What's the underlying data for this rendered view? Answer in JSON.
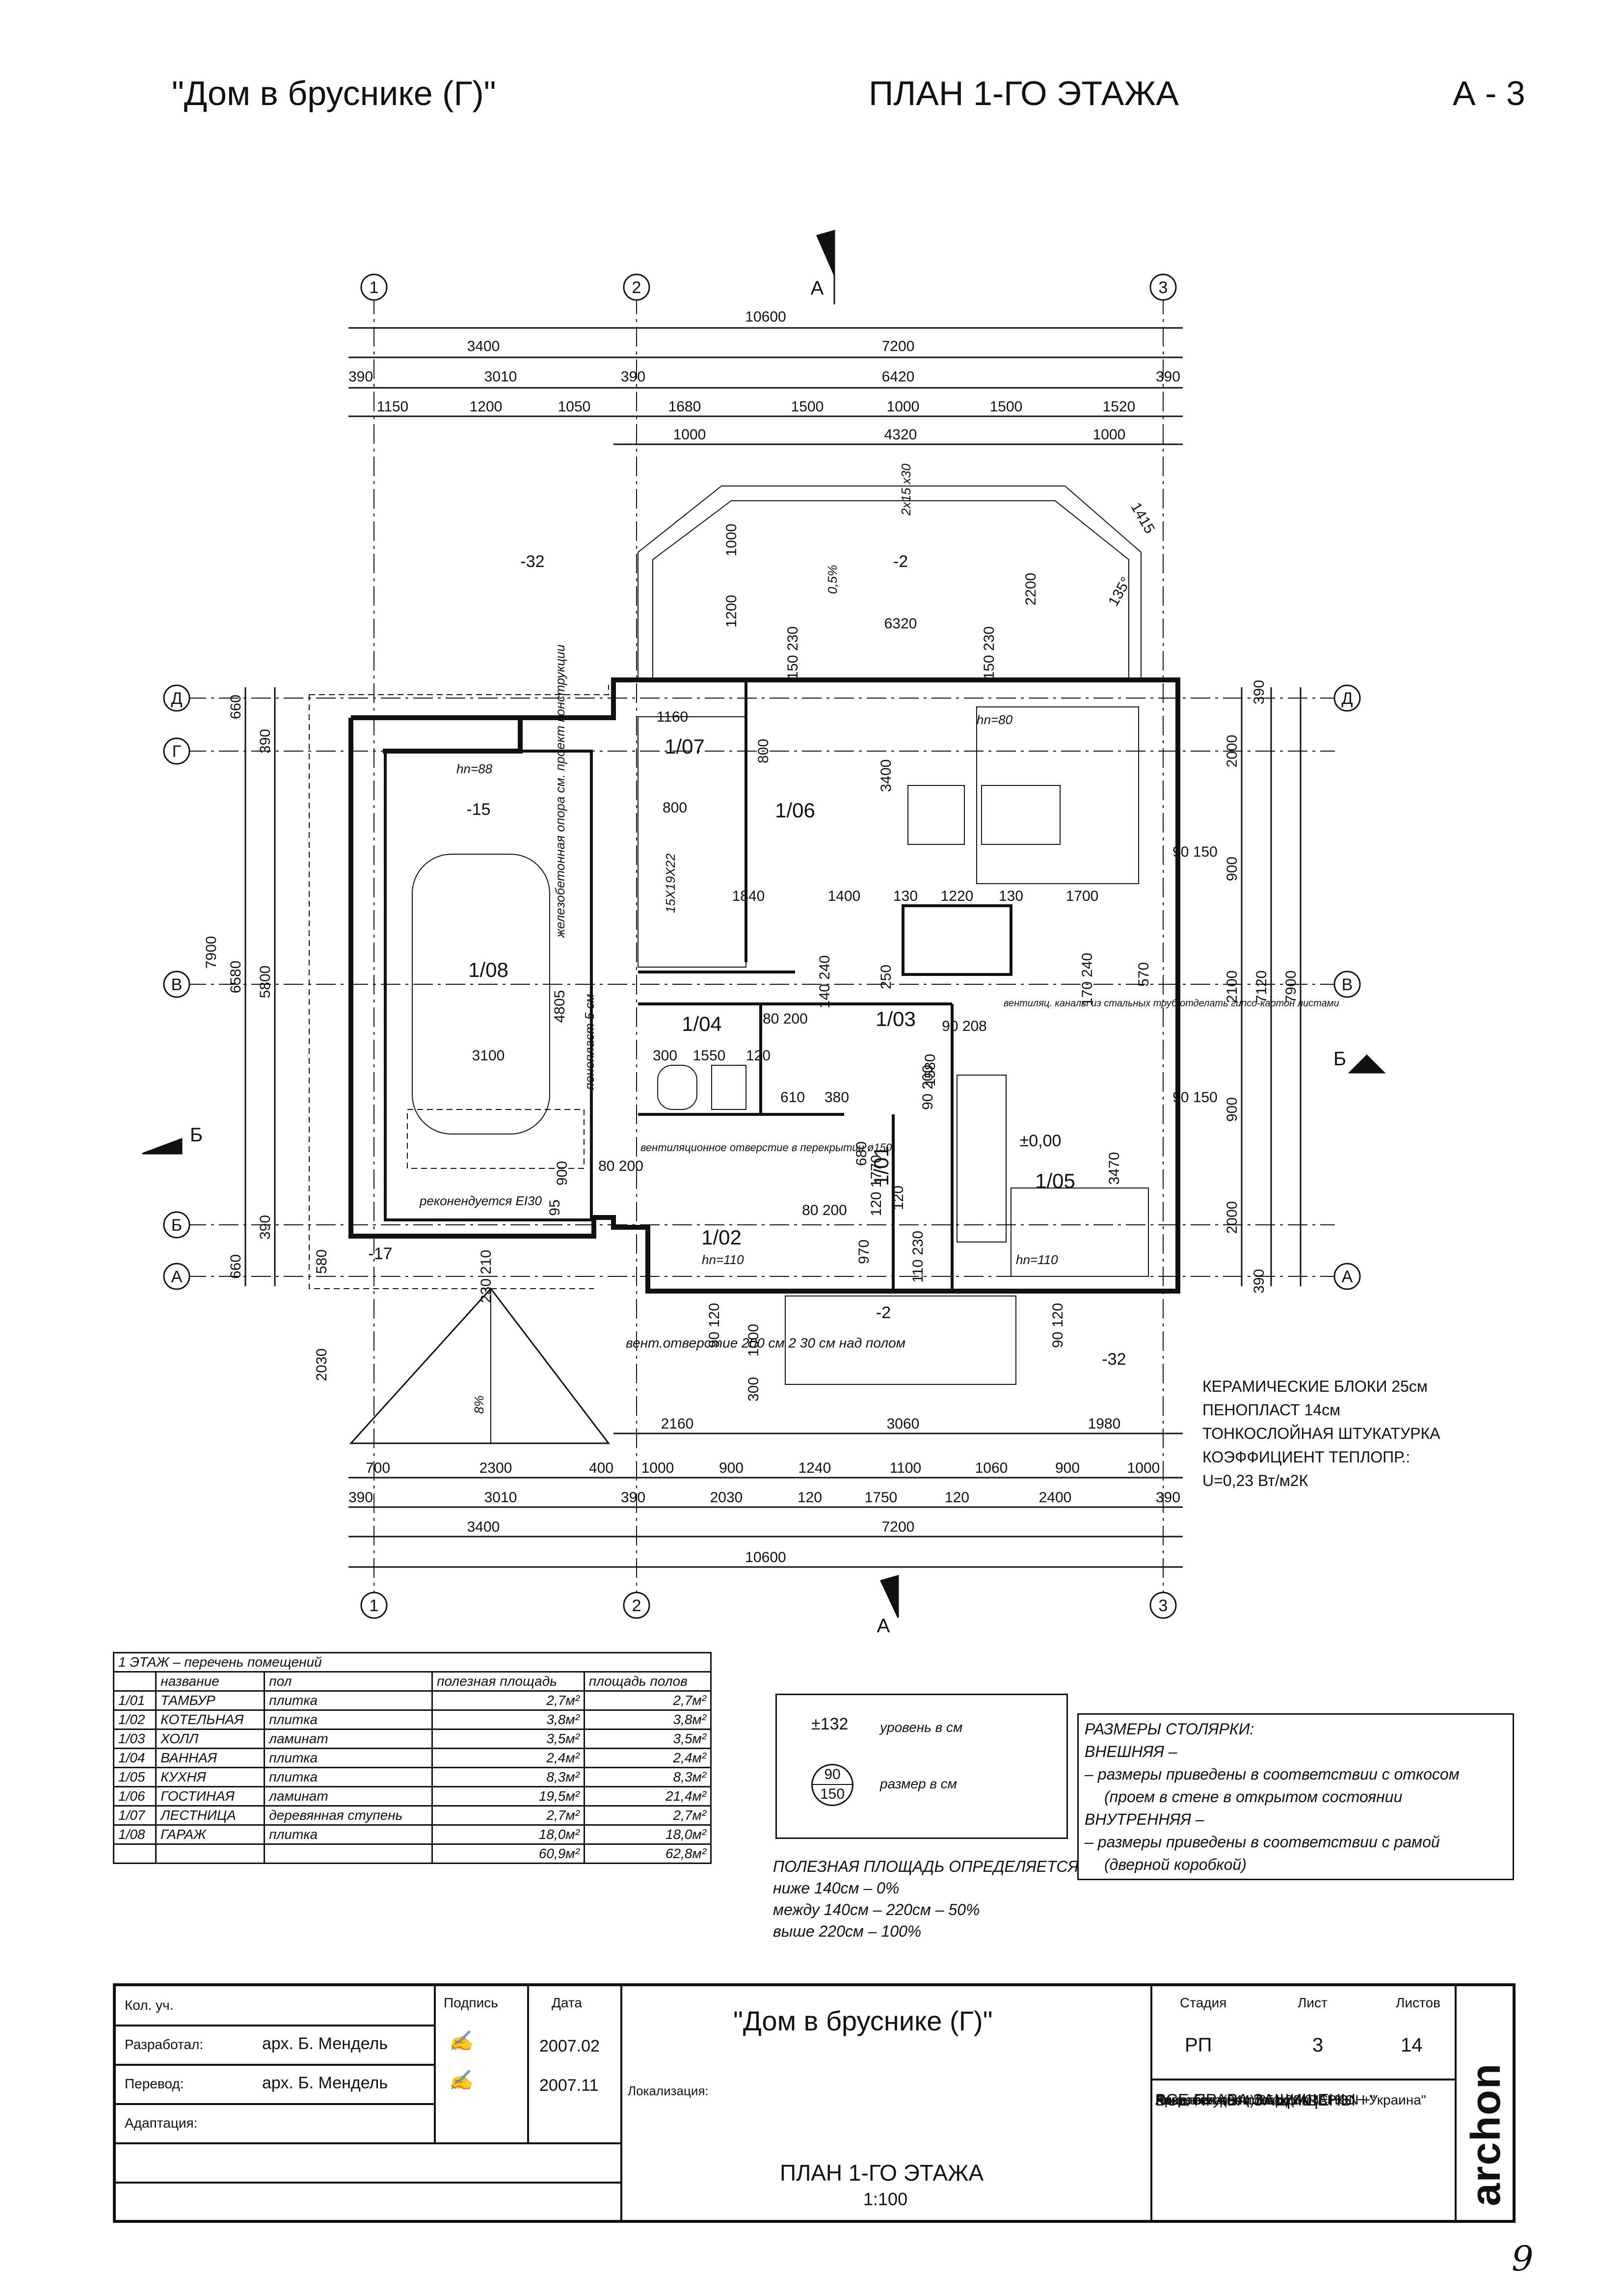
{
  "header": {
    "project_title": "\"Дом в бруснике (Г)\"",
    "sheet_title": "ПЛАН 1-ГО ЭТАЖА",
    "sheet_code": "А - 3"
  },
  "grid": {
    "cols": [
      "1",
      "2",
      "3"
    ],
    "rows": [
      "Д",
      "Г",
      "В",
      "Б",
      "А"
    ]
  },
  "dims_top": {
    "total": "10600",
    "row1": [
      "3400",
      "7200"
    ],
    "row2": [
      "390",
      "3010",
      "390",
      "6420",
      "390"
    ],
    "row3": [
      "1150",
      "1200",
      "1050",
      "1680",
      "1500",
      "1000",
      "1500",
      "1520"
    ],
    "row4": [
      "1000",
      "4320",
      "1000"
    ]
  },
  "dims_bottom": {
    "row0": [
      "2160",
      "3060",
      "1980"
    ],
    "row1": [
      "700",
      "2300",
      "400",
      "1000",
      "900",
      "1240",
      "1100",
      "1060",
      "900",
      "1000"
    ],
    "row2": [
      "390",
      "3010",
      "390",
      "2030",
      "120",
      "1750",
      "120",
      "2400",
      "390"
    ],
    "row3": [
      "3400",
      "7200"
    ],
    "total": "10600"
  },
  "dims_left": [
    "660",
    "390",
    "7900",
    "6580",
    "5800",
    "390",
    "660",
    "580",
    "2030"
  ],
  "dims_right": [
    "390",
    "2000",
    "900",
    "7120",
    "7900",
    "2100",
    "900",
    "2000",
    "390"
  ],
  "plan_labels": {
    "rooms": [
      "1/01",
      "1/02",
      "1/03",
      "1/04",
      "1/05",
      "1/06",
      "1/07",
      "1/08"
    ],
    "levels": [
      "-32",
      "-2",
      "-15",
      "±0,00",
      "-17",
      "-2",
      "-32"
    ],
    "annotations": [
      "железобетонная опора см. проект конструкции",
      "пенопласт 5 см",
      "реконендуется EI30",
      "вентиляционное отверстие в перекрытии ø150",
      "вентиляц. каналы из стальных труб отделать гипсо-картон листами",
      "вент.отверстие 200 см 2 30 см над полом",
      "15Х19Х22",
      "hn=88",
      "hn=80",
      "hn=110",
      "hn=110",
      "0,5%",
      "8%",
      "2х15 х30",
      "1415",
      "135°",
      "6320",
      "1200",
      "1000",
      "2200",
      "150 230",
      "150 230",
      "1160",
      "800",
      "800",
      "3400",
      "1840",
      "1400",
      "130",
      "1220",
      "130",
      "1700",
      "3100",
      "4805",
      "300",
      "1550",
      "120",
      "610",
      "380",
      "140 240",
      "250",
      "170 240",
      "570",
      "3470",
      "80 200",
      "90 208",
      "90 200",
      "80 200",
      "80 200",
      "120 1770",
      "90 150",
      "90 150",
      "90 120",
      "90 120",
      "1000",
      "300",
      "110 230",
      "970",
      "1580",
      "120",
      "900",
      "95",
      "230 210",
      "680"
    ],
    "section_marks": [
      "А",
      "А",
      "Б",
      "Б"
    ]
  },
  "materials": [
    "КЕРАМИЧЕСКИЕ   БЛОКИ 25см",
    "ПЕНОПЛАСТ   14см",
    "ТОНКОСЛОЙНАЯ ШТУКАТУРКА",
    "КОЭФФИЦИЕНТ ТЕПЛОПР.:",
    "U=0,23 Вт/м2К"
  ],
  "rooms_table": {
    "title": "1 ЭТАЖ – перечень помещений",
    "headers": [
      "название",
      "пол",
      "полезная площадь",
      "площадь полов"
    ],
    "rows": [
      [
        "1/01",
        "ТАМБУР",
        "плитка",
        "2,7м²",
        "2,7м²"
      ],
      [
        "1/02",
        "КОТЕЛЬНАЯ",
        "плитка",
        "3,8м²",
        "3,8м²"
      ],
      [
        "1/03",
        "ХОЛЛ",
        "ламинат",
        "3,5м²",
        "3,5м²"
      ],
      [
        "1/04",
        "ВАННАЯ",
        "плитка",
        "2,4м²",
        "2,4м²"
      ],
      [
        "1/05",
        "КУХНЯ",
        "плитка",
        "8,3м²",
        "8,3м²"
      ],
      [
        "1/06",
        "ГОСТИНАЯ",
        "ламинат",
        "19,5м²",
        "21,4м²"
      ],
      [
        "1/07",
        "ЛЕСТНИЦА",
        "деревянная ступень",
        "2,7м²",
        "2,7м²"
      ],
      [
        "1/08",
        "ГАРАЖ",
        "плитка",
        "18,0м²",
        "18,0м²"
      ]
    ],
    "totals": [
      "60,9м²",
      "62,8м²"
    ]
  },
  "legend": {
    "level_value": "±132",
    "level_text": "уровень в см",
    "size_top": "90",
    "size_bottom": "150",
    "size_text": "размер в см"
  },
  "usable_note": [
    "ПОЛЕЗНАЯ ПЛОЩАДЬ ОПРЕДЕЛЯЕТСЯ",
    "ниже 140см – 0%",
    "между 140см – 220см   – 50%",
    "выше 220см – 100%"
  ],
  "joinery": [
    "РАЗМЕРЫ СТОЛЯРКИ:",
    "ВНЕШНЯЯ –",
    "– размеры приведены в соответствии с откосом",
    "(проем в стене в открытом состоянии",
    "ВНУТРЕННЯЯ –",
    "– размеры приведены в соответствии с рамой",
    "(дверной коробкой)"
  ],
  "stamp": {
    "labels": [
      "Кол. уч.",
      "Разработал:",
      "Перевод:",
      "Адаптация:"
    ],
    "col_sign": "Подпись",
    "col_date": "Дата",
    "persons": [
      "арх. Б. Мендель",
      "арх. Б. Мендель"
    ],
    "dates": [
      "2007.02",
      "2007.11"
    ],
    "title": "\"Дом в бруснике (Г)\"",
    "localization": "Локализация:",
    "sheet_name": "ПЛАН 1-ГО ЭТАЖА",
    "scale": "1:100",
    "stage_h": "Стадия",
    "sheet_h": "Лист",
    "sheets_h": "Листов",
    "stage": "РП",
    "sheet": "3",
    "sheets": "14",
    "org": [
      "Разработан в польском",
      "Архитектурном Бюро \"ARCHON +\"",
      "ВСЕ ПРАВА ЗАЩИЩЕНЫ",
      "Лицензия на проект для \"АРХОН Украина\"",
      "Киев, тел. (044) 251 26 04"
    ],
    "logo": "archon"
  },
  "page_mark": "9"
}
